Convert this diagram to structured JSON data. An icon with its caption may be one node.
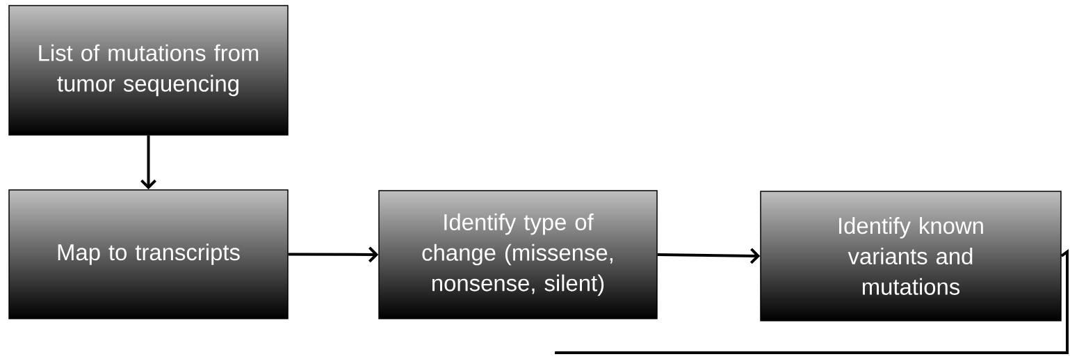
{
  "diagram": {
    "nodes": [
      {
        "text": [
          "List of mutations from tumor sequencing"
        ]
      },
      {
        "text": [
          "Map to transcripts"
        ]
      },
      {
        "text": [
          "Identify type of change (missense, nonsense, silent)"
        ]
      },
      {
        "text": [
          "Identify known variants and mutations"
        ]
      }
    ],
    "edges": [
      {
        "from": 0,
        "to": 1,
        "arrow": "to"
      },
      {
        "from": 1,
        "to": 2,
        "arrow": "to"
      },
      {
        "from": 2,
        "to": 3,
        "arrow": "to"
      },
      {
        "from": 3,
        "to": null,
        "arrow": "none"
      }
    ]
  }
}
